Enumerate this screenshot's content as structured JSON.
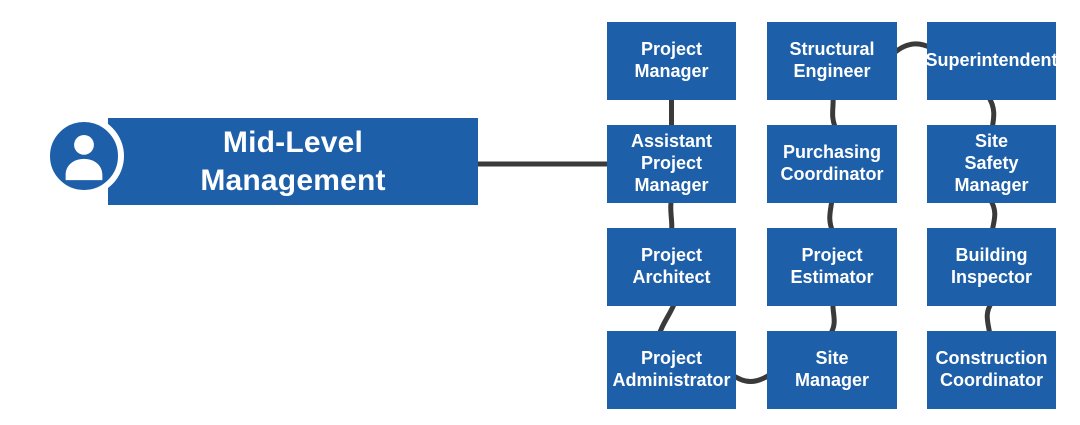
{
  "root": {
    "label": [
      "Mid-Level",
      "Management"
    ]
  },
  "roles": [
    {
      "id": "project-manager",
      "label": [
        "Project",
        "Manager"
      ]
    },
    {
      "id": "assistant-project-manager",
      "label": [
        "Assistant",
        "Project",
        "Manager"
      ]
    },
    {
      "id": "project-architect",
      "label": [
        "Project",
        "Architect"
      ]
    },
    {
      "id": "project-administrator",
      "label": [
        "Project",
        "Administrator"
      ]
    },
    {
      "id": "structural-engineer",
      "label": [
        "Structural",
        "Engineer"
      ]
    },
    {
      "id": "purchasing-coordinator",
      "label": [
        "Purchasing",
        "Coordinator"
      ]
    },
    {
      "id": "project-estimator",
      "label": [
        "Project",
        "Estimator"
      ]
    },
    {
      "id": "site-manager",
      "label": [
        "Site",
        "Manager"
      ]
    },
    {
      "id": "superintendent",
      "label": [
        "Superintendent"
      ]
    },
    {
      "id": "site-safety-manager",
      "label": [
        "Site",
        "Safety",
        "Manager"
      ]
    },
    {
      "id": "building-inspector",
      "label": [
        "Building",
        "Inspector"
      ]
    },
    {
      "id": "construction-coordinator",
      "label": [
        "Construction",
        "Coordinator"
      ]
    }
  ],
  "edges": [
    {
      "from": "mid-level-management",
      "to": "assistant-project-manager"
    },
    {
      "from": "project-manager",
      "to": "assistant-project-manager"
    },
    {
      "from": "assistant-project-manager",
      "to": "project-architect"
    },
    {
      "from": "project-architect",
      "to": "project-administrator"
    },
    {
      "from": "project-administrator",
      "to": "site-manager"
    },
    {
      "from": "site-manager",
      "to": "project-estimator"
    },
    {
      "from": "project-estimator",
      "to": "purchasing-coordinator"
    },
    {
      "from": "purchasing-coordinator",
      "to": "structural-engineer"
    },
    {
      "from": "structural-engineer",
      "to": "superintendent"
    },
    {
      "from": "superintendent",
      "to": "site-safety-manager"
    },
    {
      "from": "site-safety-manager",
      "to": "building-inspector"
    },
    {
      "from": "building-inspector",
      "to": "construction-coordinator"
    }
  ],
  "colors": {
    "box-blue": "#1d5fa8",
    "connector": "#3a3a3a",
    "label-text": "#ffffff",
    "background": "#ffffff"
  }
}
